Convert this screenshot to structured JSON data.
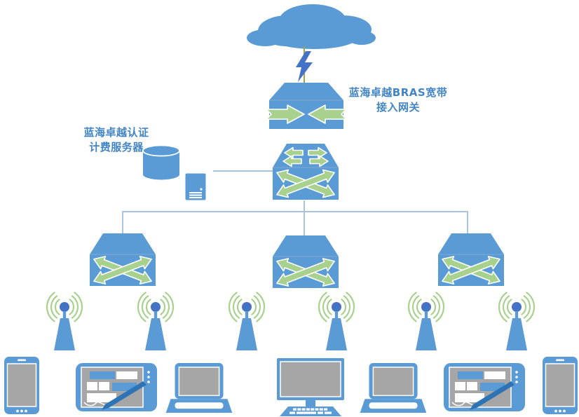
{
  "labels": {
    "bras": {
      "line1": "蓝海卓越BRAS宽带",
      "line2": "接入网关"
    },
    "auth_server": {
      "line1": "蓝海卓越认证",
      "line2": "计费服务器"
    }
  },
  "nodes": {
    "cloud": "internet-cloud",
    "link": "lightning-wan-link",
    "gateway": "bras-broadband-access-gateway",
    "database": "auth-billing-database",
    "server": "auth-billing-server",
    "core_switch": "core-switch",
    "access_switches": [
      "access-switch-left",
      "access-switch-center",
      "access-switch-right"
    ],
    "wireless_aps": [
      "wireless-ap-1",
      "wireless-ap-2",
      "wireless-ap-3",
      "wireless-ap-4",
      "wireless-ap-5",
      "wireless-ap-6"
    ],
    "client_devices": [
      "smartphone",
      "pda-tablet",
      "laptop",
      "desktop-pc",
      "laptop",
      "pda-tablet",
      "smartphone"
    ]
  },
  "colors": {
    "device_blue": "#5B9BD5",
    "dark_blue": "#4472C4",
    "arrow_green": "#A9D18E",
    "olive_link": "#9FA548",
    "connector_blue": "#A9C4DC",
    "screen_gray": "#A6A6A6",
    "label_blue": "#4285C5"
  }
}
